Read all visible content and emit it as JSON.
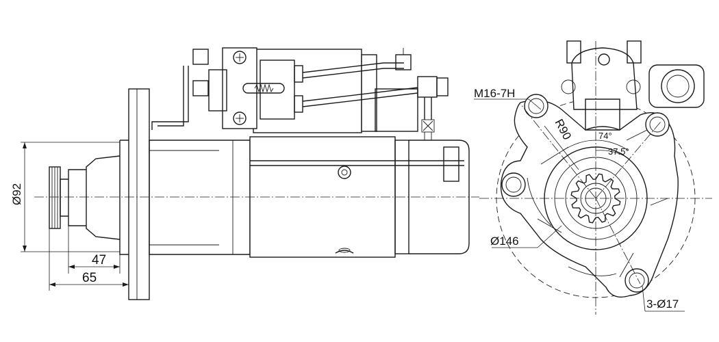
{
  "dimensions": {
    "diameter_92": "Ø92",
    "length_47": "47",
    "length_65": "65",
    "thread": "M16-7H",
    "radius_90": "R90",
    "angle_74": "74°",
    "angle_37_5": "37.5°",
    "diameter_146": "Ø146",
    "holes": "3-Ø17"
  },
  "colors": {
    "line": "#1a1a1a",
    "background": "#ffffff"
  }
}
